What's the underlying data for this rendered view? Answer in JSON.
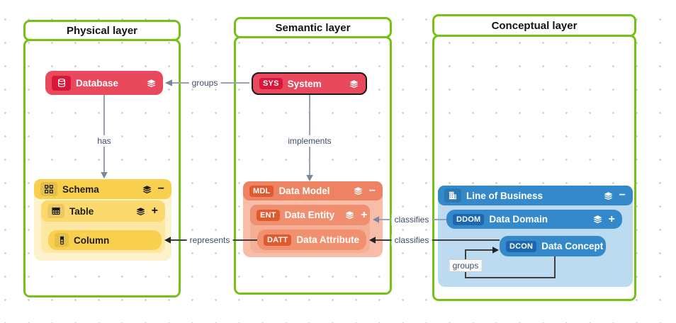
{
  "layers": {
    "physical": {
      "title": "Physical layer"
    },
    "semantic": {
      "title": "Semantic layer"
    },
    "conceptual": {
      "title": "Conceptual layer"
    }
  },
  "nodes": {
    "database": {
      "label": "Database"
    },
    "schema": {
      "label": "Schema"
    },
    "table": {
      "label": "Table"
    },
    "column": {
      "label": "Column"
    },
    "system": {
      "badge": "SYS",
      "label": "System"
    },
    "data_model": {
      "badge": "MDL",
      "label": "Data Model"
    },
    "data_entity": {
      "badge": "ENT",
      "label": "Data Entity"
    },
    "data_attribute": {
      "badge": "DATT",
      "label": "Data Attribute"
    },
    "line_of_business": {
      "label": "Line of Business"
    },
    "data_domain": {
      "badge": "DDOM",
      "label": "Data Domain"
    },
    "data_concept": {
      "badge": "DCON",
      "label": "Data Concept"
    }
  },
  "edges": {
    "system_groups_database": {
      "label": "groups"
    },
    "database_has_schema": {
      "label": "has"
    },
    "system_implements_model": {
      "label": "implements"
    },
    "attribute_represents_column": {
      "label": "represents"
    },
    "domain_classifies_entity": {
      "label": "classifies"
    },
    "concept_classifies_attribute": {
      "label": "classifies"
    },
    "concept_groups_concept": {
      "label": "groups"
    }
  },
  "controls": {
    "collapse": "−",
    "expand": "+"
  },
  "colors": {
    "green": "#74c213",
    "dot": "#d0d0d0",
    "red_node": "#e8495c",
    "red_badge": "#d6193a",
    "yellow_header": "#f8d04e",
    "yellow_body": "#fdf2cc",
    "yellow_sub_header": "#fbd96d",
    "yellow_sub_body": "#fce8a3",
    "yellow_node": "#f8d04e",
    "orange_header": "#ee8364",
    "orange_body": "#f7bda9",
    "orange_badge": "#df5a2e",
    "orange_sub_header": "#f08f70",
    "orange_sub_body": "#f5af94",
    "orange_node": "#f0906f",
    "blue_header": "#3389c9",
    "blue_body": "#bcdaf0",
    "blue_badge": "#1c67ae",
    "edge_slate": "#97a3b4",
    "edge_slate_arrow": "#77879c",
    "edge_dark": "#3f3f3f",
    "edge_dark_arrow": "#222222",
    "label_text": "#3d4d66"
  }
}
